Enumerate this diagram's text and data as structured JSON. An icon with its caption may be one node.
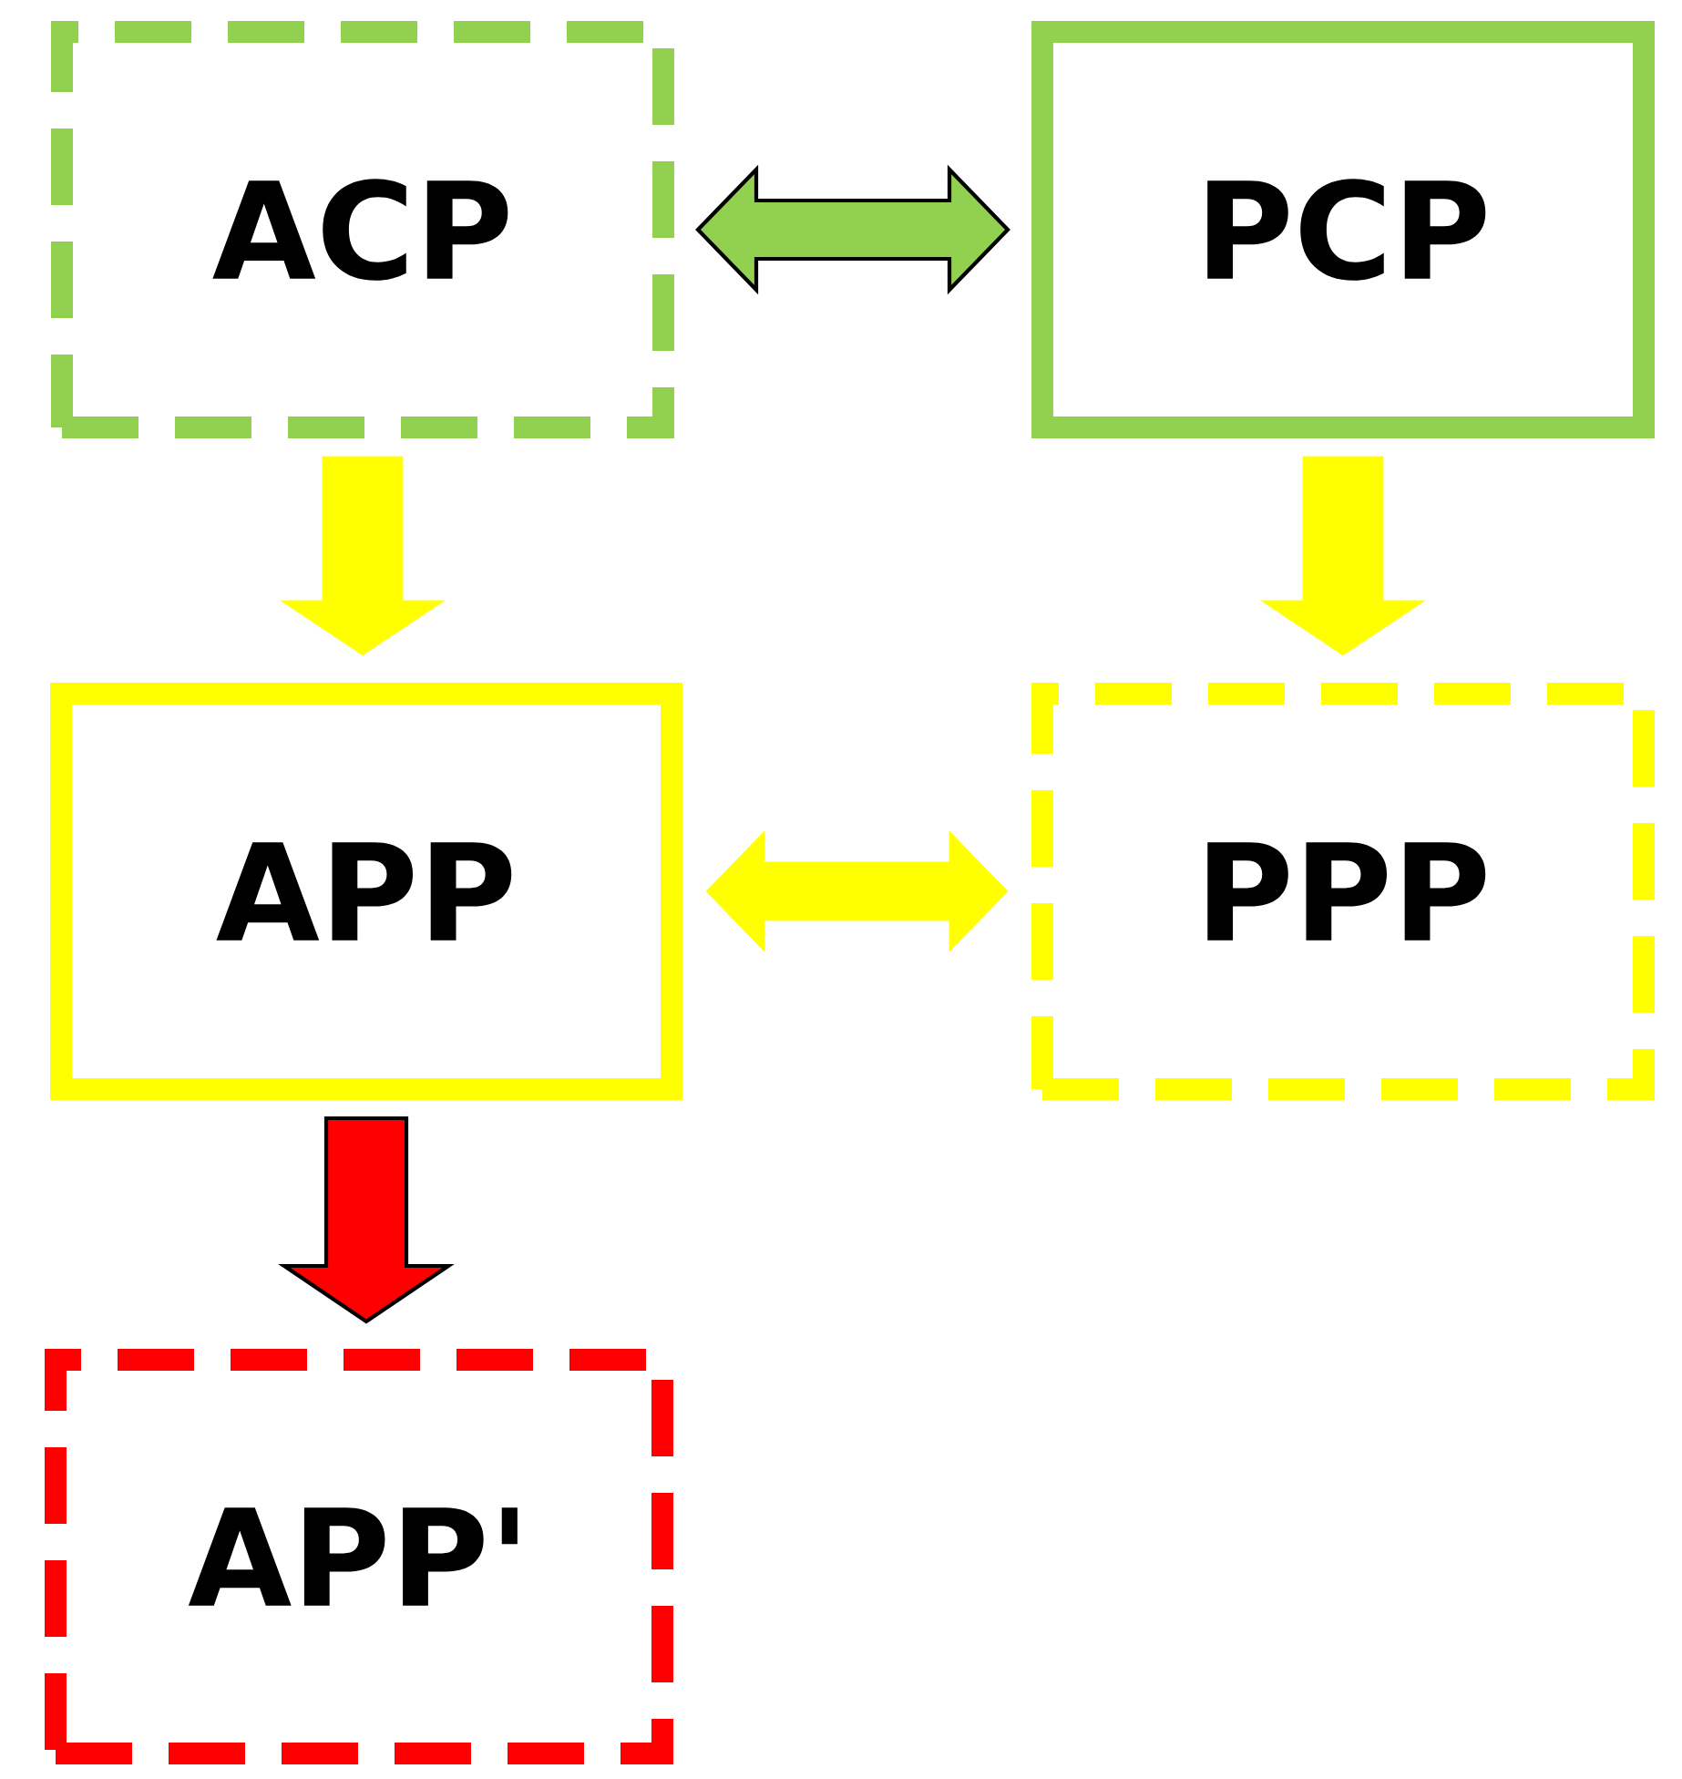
{
  "diagram": {
    "nodes": [
      {
        "text": [
          "ACP"
        ]
      },
      {
        "text": [
          "PCP"
        ]
      },
      {
        "text": [
          "APP"
        ]
      },
      {
        "text": [
          "PPP"
        ]
      },
      {
        "text": [
          "APP'"
        ]
      }
    ],
    "edges": [
      {
        "from": 0,
        "to": 1,
        "arrow": "both",
        "color": "#92d050"
      },
      {
        "from": 0,
        "to": 2,
        "arrow": "to"
      },
      {
        "from": 1,
        "to": 3,
        "arrow": "to"
      },
      {
        "from": 2,
        "to": 3,
        "arrow": "both"
      },
      {
        "from": 2,
        "to": 4,
        "arrow": "to",
        "color": "#ff0000"
      }
    ]
  }
}
